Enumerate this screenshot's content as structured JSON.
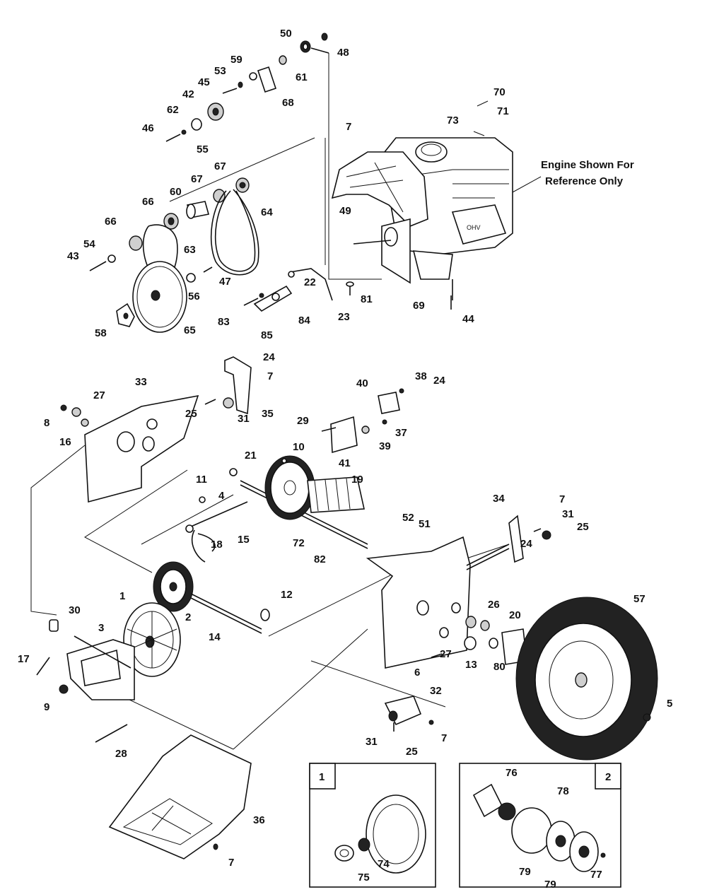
{
  "note": {
    "line1": "Engine Shown For",
    "line2": "Reference Only"
  },
  "insets": [
    {
      "tag": "1"
    },
    {
      "tag": "2"
    }
  ],
  "callouts": [
    {
      "id": "c50",
      "text": "50"
    },
    {
      "id": "c48",
      "text": "48"
    },
    {
      "id": "c59",
      "text": "59"
    },
    {
      "id": "c61",
      "text": "61"
    },
    {
      "id": "c53",
      "text": "53"
    },
    {
      "id": "c45",
      "text": "45"
    },
    {
      "id": "c68",
      "text": "68"
    },
    {
      "id": "c42",
      "text": "42"
    },
    {
      "id": "c62",
      "text": "62"
    },
    {
      "id": "c46",
      "text": "46"
    },
    {
      "id": "c55",
      "text": "55"
    },
    {
      "id": "c70",
      "text": "70"
    },
    {
      "id": "c71",
      "text": "71"
    },
    {
      "id": "c73",
      "text": "73"
    },
    {
      "id": "c7a",
      "text": "7"
    },
    {
      "id": "c67a",
      "text": "67"
    },
    {
      "id": "c67b",
      "text": "67"
    },
    {
      "id": "c60",
      "text": "60"
    },
    {
      "id": "c66a",
      "text": "66"
    },
    {
      "id": "c66b",
      "text": "66"
    },
    {
      "id": "c64",
      "text": "64"
    },
    {
      "id": "c49",
      "text": "49"
    },
    {
      "id": "c54",
      "text": "54"
    },
    {
      "id": "c43",
      "text": "43"
    },
    {
      "id": "c63",
      "text": "63"
    },
    {
      "id": "c47",
      "text": "47"
    },
    {
      "id": "c56",
      "text": "56"
    },
    {
      "id": "c22",
      "text": "22"
    },
    {
      "id": "c81",
      "text": "81"
    },
    {
      "id": "c69",
      "text": "69"
    },
    {
      "id": "c23",
      "text": "23"
    },
    {
      "id": "c83",
      "text": "83"
    },
    {
      "id": "c84",
      "text": "84"
    },
    {
      "id": "c44",
      "text": "44"
    },
    {
      "id": "c58",
      "text": "58"
    },
    {
      "id": "c65",
      "text": "65"
    },
    {
      "id": "c85",
      "text": "85"
    },
    {
      "id": "c24a",
      "text": "24"
    },
    {
      "id": "c7b",
      "text": "7"
    },
    {
      "id": "c33",
      "text": "33"
    },
    {
      "id": "c27a",
      "text": "27"
    },
    {
      "id": "c25a",
      "text": "25"
    },
    {
      "id": "c31a",
      "text": "31"
    },
    {
      "id": "c35",
      "text": "35"
    },
    {
      "id": "c8",
      "text": "8"
    },
    {
      "id": "c16",
      "text": "16"
    },
    {
      "id": "c40",
      "text": "40"
    },
    {
      "id": "c38",
      "text": "38"
    },
    {
      "id": "c24b",
      "text": "24"
    },
    {
      "id": "c29",
      "text": "29"
    },
    {
      "id": "c37",
      "text": "37"
    },
    {
      "id": "c39",
      "text": "39"
    },
    {
      "id": "c21",
      "text": "21"
    },
    {
      "id": "c10",
      "text": "10"
    },
    {
      "id": "c41",
      "text": "41"
    },
    {
      "id": "c11",
      "text": "11"
    },
    {
      "id": "c4",
      "text": "4"
    },
    {
      "id": "c19",
      "text": "19"
    },
    {
      "id": "c34",
      "text": "34"
    },
    {
      "id": "c7c",
      "text": "7"
    },
    {
      "id": "c31b",
      "text": "31"
    },
    {
      "id": "c25b",
      "text": "25"
    },
    {
      "id": "c24c",
      "text": "24"
    },
    {
      "id": "c52",
      "text": "52"
    },
    {
      "id": "c51",
      "text": "51"
    },
    {
      "id": "c18",
      "text": "18"
    },
    {
      "id": "c15",
      "text": "15"
    },
    {
      "id": "c72",
      "text": "72"
    },
    {
      "id": "c82",
      "text": "82"
    },
    {
      "id": "c12",
      "text": "12"
    },
    {
      "id": "c1a",
      "text": "1"
    },
    {
      "id": "c2",
      "text": "2"
    },
    {
      "id": "c30",
      "text": "30"
    },
    {
      "id": "c3",
      "text": "3"
    },
    {
      "id": "c14",
      "text": "14"
    },
    {
      "id": "c26",
      "text": "26"
    },
    {
      "id": "c20",
      "text": "20"
    },
    {
      "id": "c57",
      "text": "57"
    },
    {
      "id": "c17",
      "text": "17"
    },
    {
      "id": "c9",
      "text": "9"
    },
    {
      "id": "c27b",
      "text": "27"
    },
    {
      "id": "c13",
      "text": "13"
    },
    {
      "id": "c80",
      "text": "80"
    },
    {
      "id": "c6",
      "text": "6"
    },
    {
      "id": "c5",
      "text": "5"
    },
    {
      "id": "c32",
      "text": "32"
    },
    {
      "id": "c31c",
      "text": "31"
    },
    {
      "id": "c7d",
      "text": "7"
    },
    {
      "id": "c25c",
      "text": "25"
    },
    {
      "id": "c28",
      "text": "28"
    },
    {
      "id": "c36",
      "text": "36"
    },
    {
      "id": "c7e",
      "text": "7"
    },
    {
      "id": "c76",
      "text": "76"
    },
    {
      "id": "c78",
      "text": "78"
    },
    {
      "id": "c74",
      "text": "74"
    },
    {
      "id": "c75",
      "text": "75"
    },
    {
      "id": "c79a",
      "text": "79"
    },
    {
      "id": "c79b",
      "text": "79"
    },
    {
      "id": "c77",
      "text": "77"
    }
  ]
}
